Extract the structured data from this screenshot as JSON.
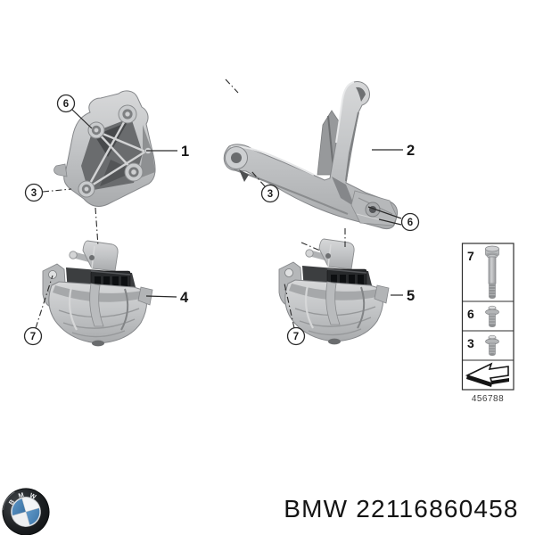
{
  "image": {
    "type": "parts-diagram",
    "callout_labels": {
      "part1": "1",
      "part2": "2",
      "bolt3": "3",
      "part4": "4",
      "part5": "5",
      "bolt6": "6",
      "bolt7": "7"
    },
    "legend": {
      "rows": [
        {
          "label": "7",
          "icon": "long-bolt-icon"
        },
        {
          "label": "6",
          "icon": "flange-bolt-icon"
        },
        {
          "label": "3",
          "icon": "flange-bolt-icon"
        },
        {
          "icon": "direction-arrow-icon"
        }
      ],
      "drawing_number": "456788"
    },
    "footer": {
      "caption": "BMW 22116860458",
      "logo_letters": [
        "B",
        "M",
        "W"
      ]
    },
    "colors": {
      "background": "#ffffff",
      "metal": "#c4c6c8",
      "line": "#2a2a2a",
      "bmw_blue": "#4a86b8"
    }
  }
}
